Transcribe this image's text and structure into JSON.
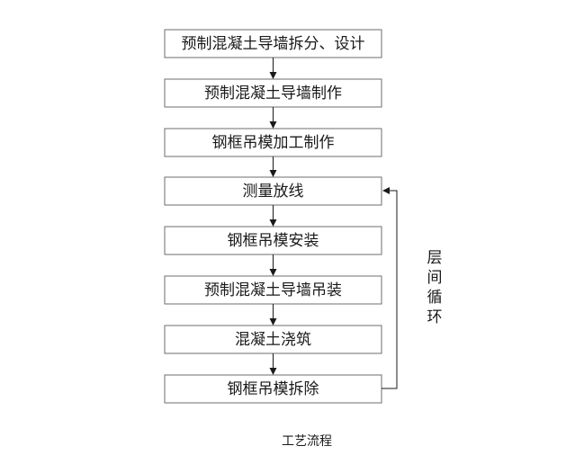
{
  "steps": [
    "预制混凝土导墙拆分、设计",
    "预制混凝土导墙制作",
    "钢框吊模加工制作",
    "测量放线",
    "钢框吊模安装",
    "预制混凝土导墙吊装",
    "混凝土浇筑",
    "钢框吊模拆除"
  ],
  "loop_label": [
    "层",
    "间",
    "循",
    "环"
  ],
  "caption": "工艺流程",
  "colors": {
    "box_border": "#6e6e6e",
    "line": "#1a1a1a",
    "text": "#1a1a1a",
    "background": "#ffffff"
  }
}
